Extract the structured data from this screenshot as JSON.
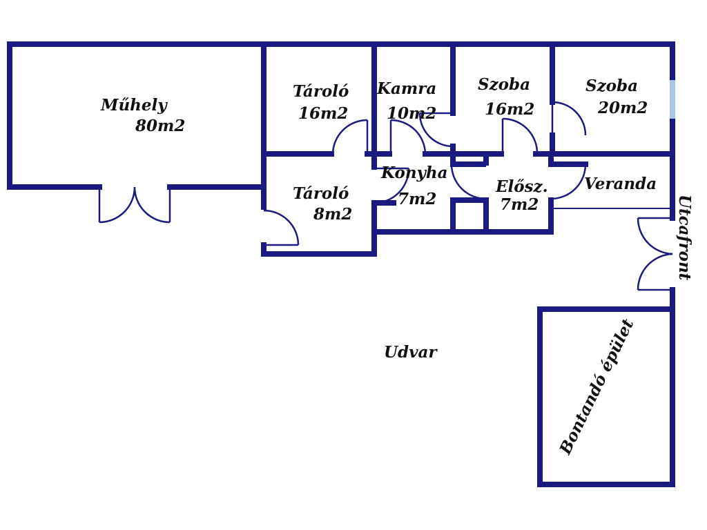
{
  "colors": {
    "wall": "#1a1a80",
    "window": "#aac4e6",
    "door": "#1a1a80",
    "text": "#111111",
    "background": "#ffffff"
  },
  "rooms": {
    "muhely": {
      "name": "Műhely",
      "area": "80m2"
    },
    "tarolo1": {
      "name": "Tároló",
      "area": "16m2"
    },
    "kamra": {
      "name": "Kamra",
      "area": "10m2"
    },
    "szoba1": {
      "name": "Szoba",
      "area": "16m2"
    },
    "szoba2": {
      "name": "Szoba",
      "area": "20m2"
    },
    "tarolo2": {
      "name": "Tároló",
      "area": "8m2"
    },
    "konyha": {
      "name": "Konyha",
      "area": "7m2"
    },
    "elosz": {
      "name": "Elősz.",
      "area": "7m2"
    },
    "veranda": {
      "name": "Veranda"
    }
  },
  "labels": {
    "utcafront": "Utcafront",
    "udvar": "Udvar",
    "bontando": "Bontandó épület"
  }
}
